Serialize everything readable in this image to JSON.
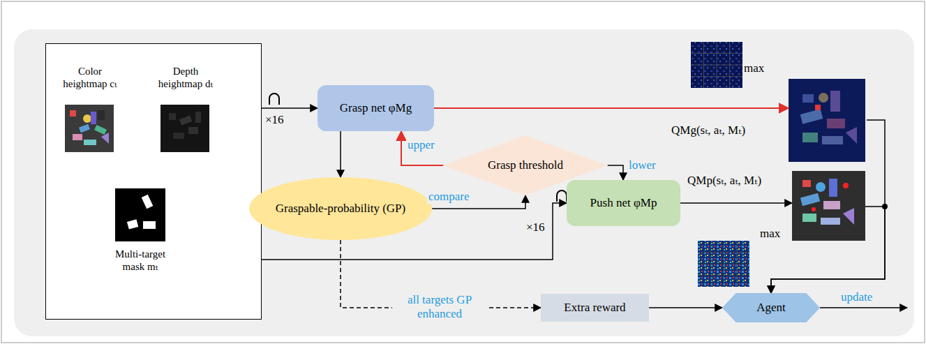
{
  "diagram": {
    "nodes": [
      {
        "text": [
          "Color heightmap cₜ",
          "Depth heightmap dₜ",
          "Multi-target mask mₜ"
        ]
      },
      {
        "text": [
          "Grasp net φMg"
        ]
      },
      {
        "text": [
          "Graspable-probability (GP)"
        ]
      },
      {
        "text": [
          "Grasp threshold"
        ]
      },
      {
        "text": [
          "Push net φMp"
        ]
      },
      {
        "text": [
          "max",
          "QMg(sₜ, aₜ, Mₜ)"
        ]
      },
      {
        "text": [
          "QMp(sₜ, aₜ, Mₜ)",
          "max"
        ]
      },
      {
        "text": [
          "Extra reward"
        ]
      },
      {
        "text": [
          "Agent"
        ]
      }
    ],
    "edges": [
      {
        "from": 0,
        "to": 1,
        "arrow": "to",
        "label": "×16"
      },
      {
        "from": 0,
        "to": 4,
        "arrow": "to",
        "label": "×16"
      },
      {
        "from": 1,
        "to": 2,
        "arrow": "to"
      },
      {
        "from": 2,
        "to": 3,
        "arrow": "to",
        "label": "compare"
      },
      {
        "from": 3,
        "to": 1,
        "arrow": "to",
        "label": "upper"
      },
      {
        "from": 3,
        "to": 4,
        "arrow": "to",
        "label": "lower"
      },
      {
        "from": 1,
        "to": 5,
        "arrow": "to"
      },
      {
        "from": 4,
        "to": 6,
        "arrow": "to"
      },
      {
        "from": 2,
        "to": 7,
        "arrow": "to",
        "label": "all targets GP enhanced"
      },
      {
        "from": 7,
        "to": 8,
        "arrow": "to"
      },
      {
        "from": 5,
        "to": 8,
        "arrow": "to"
      },
      {
        "from": 6,
        "to": 8,
        "arrow": "to"
      }
    ],
    "labels": [
      "update"
    ]
  }
}
